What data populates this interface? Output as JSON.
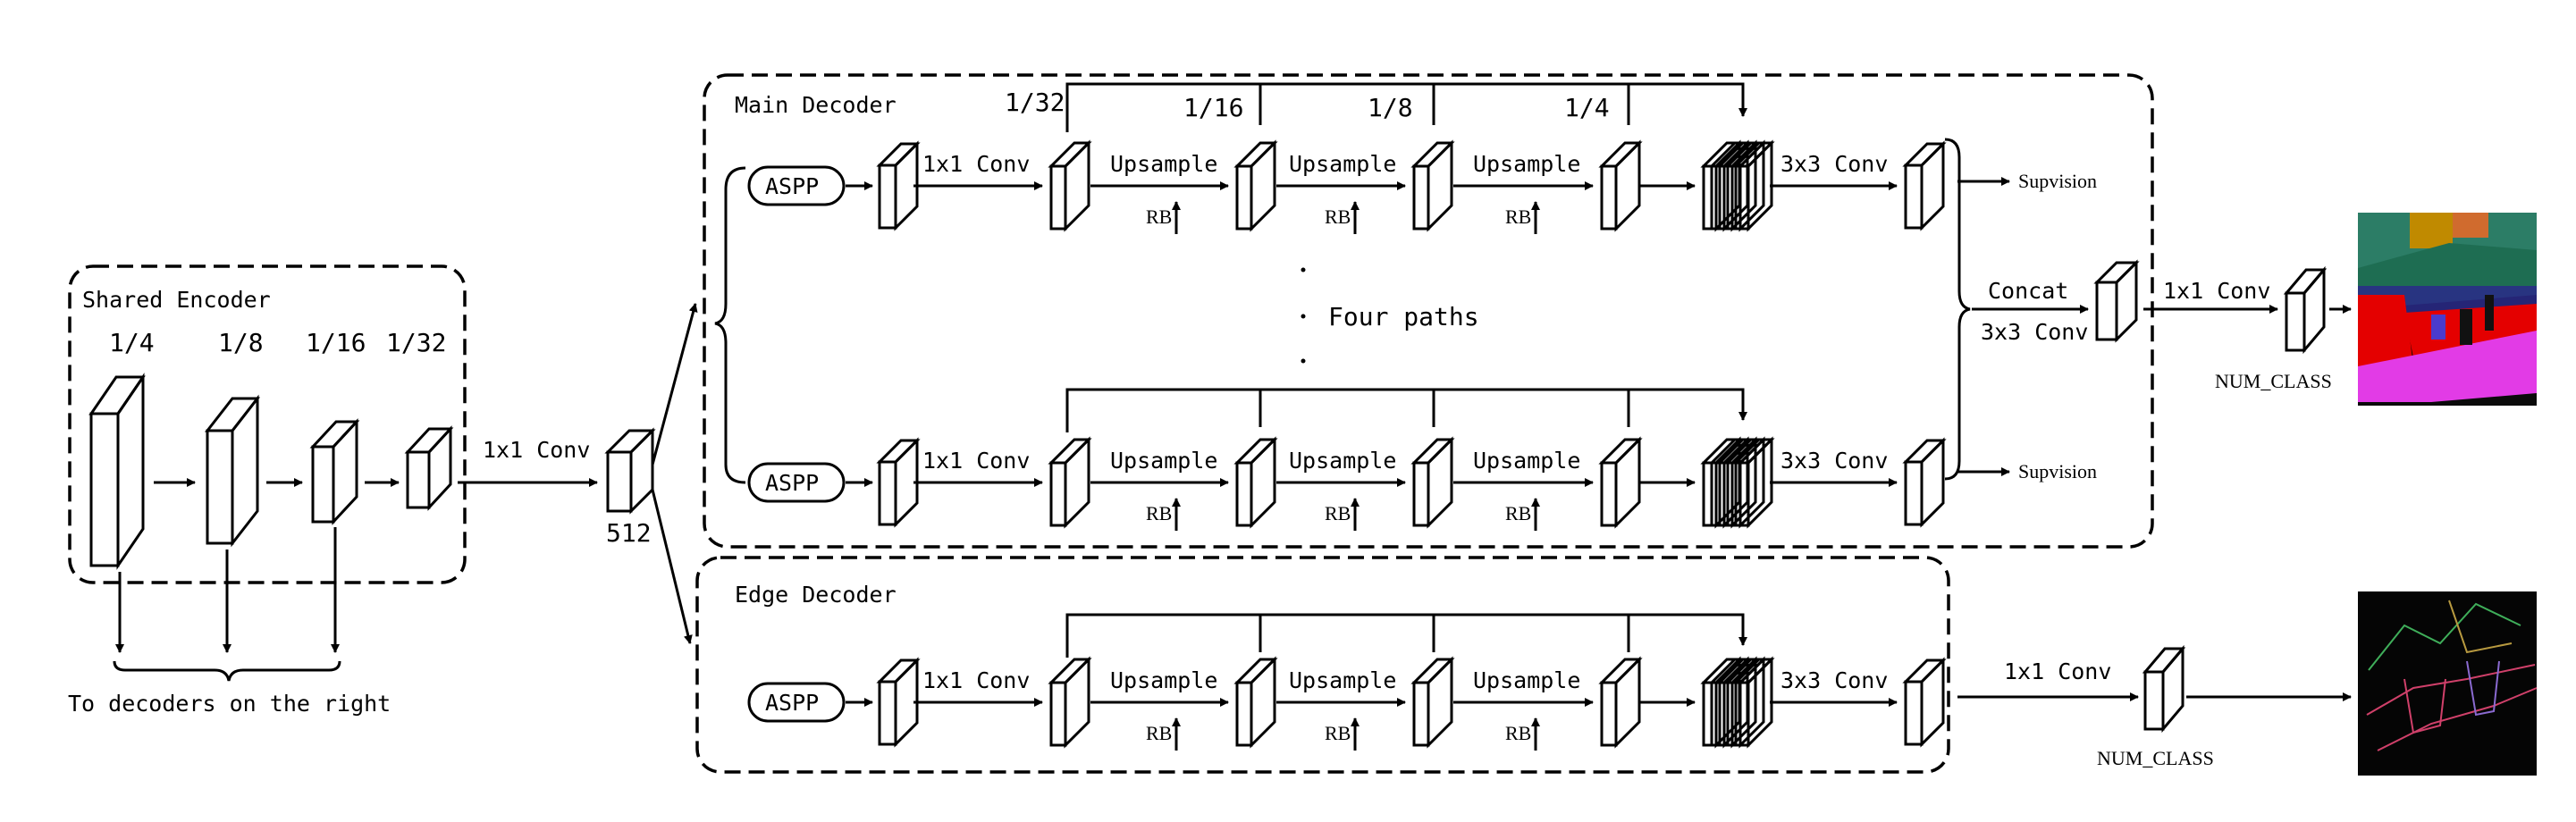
{
  "encoder": {
    "title": "Shared Encoder",
    "scales": [
      "1/4",
      "1/8",
      "1/16",
      "1/32"
    ],
    "note": "To decoders on the right"
  },
  "bottleneck": {
    "conv_label": "1x1 Conv",
    "channels": "512"
  },
  "main_decoder": {
    "title": "Main Decoder",
    "skip_scales": [
      "1/32",
      "1/16",
      "1/8",
      "1/4"
    ],
    "aspp": "ASPP",
    "conv1": "1x1 Conv",
    "upsample": "Upsample",
    "rb": "RB",
    "conv3": "3x3 Conv",
    "paths_label": "Four paths",
    "supervision": "Supvision"
  },
  "fusion": {
    "concat": "Concat",
    "conv3": "3x3 Conv",
    "conv1": "1x1 Conv",
    "num_class": "NUM_CLASS"
  },
  "edge_decoder": {
    "title": "Edge Decoder",
    "conv_out": "1x1 Conv",
    "num_class": "NUM_CLASS"
  },
  "colors": {
    "line": "#000000",
    "seg_road": "#e23be6",
    "seg_red": "#e40000",
    "seg_teal": "#2c7d66",
    "seg_navy": "#2a2a8a",
    "seg_sky": "#c08a00",
    "edge_bg": "#050505",
    "edge_pink": "#d0406a",
    "edge_green": "#3fae5a"
  }
}
